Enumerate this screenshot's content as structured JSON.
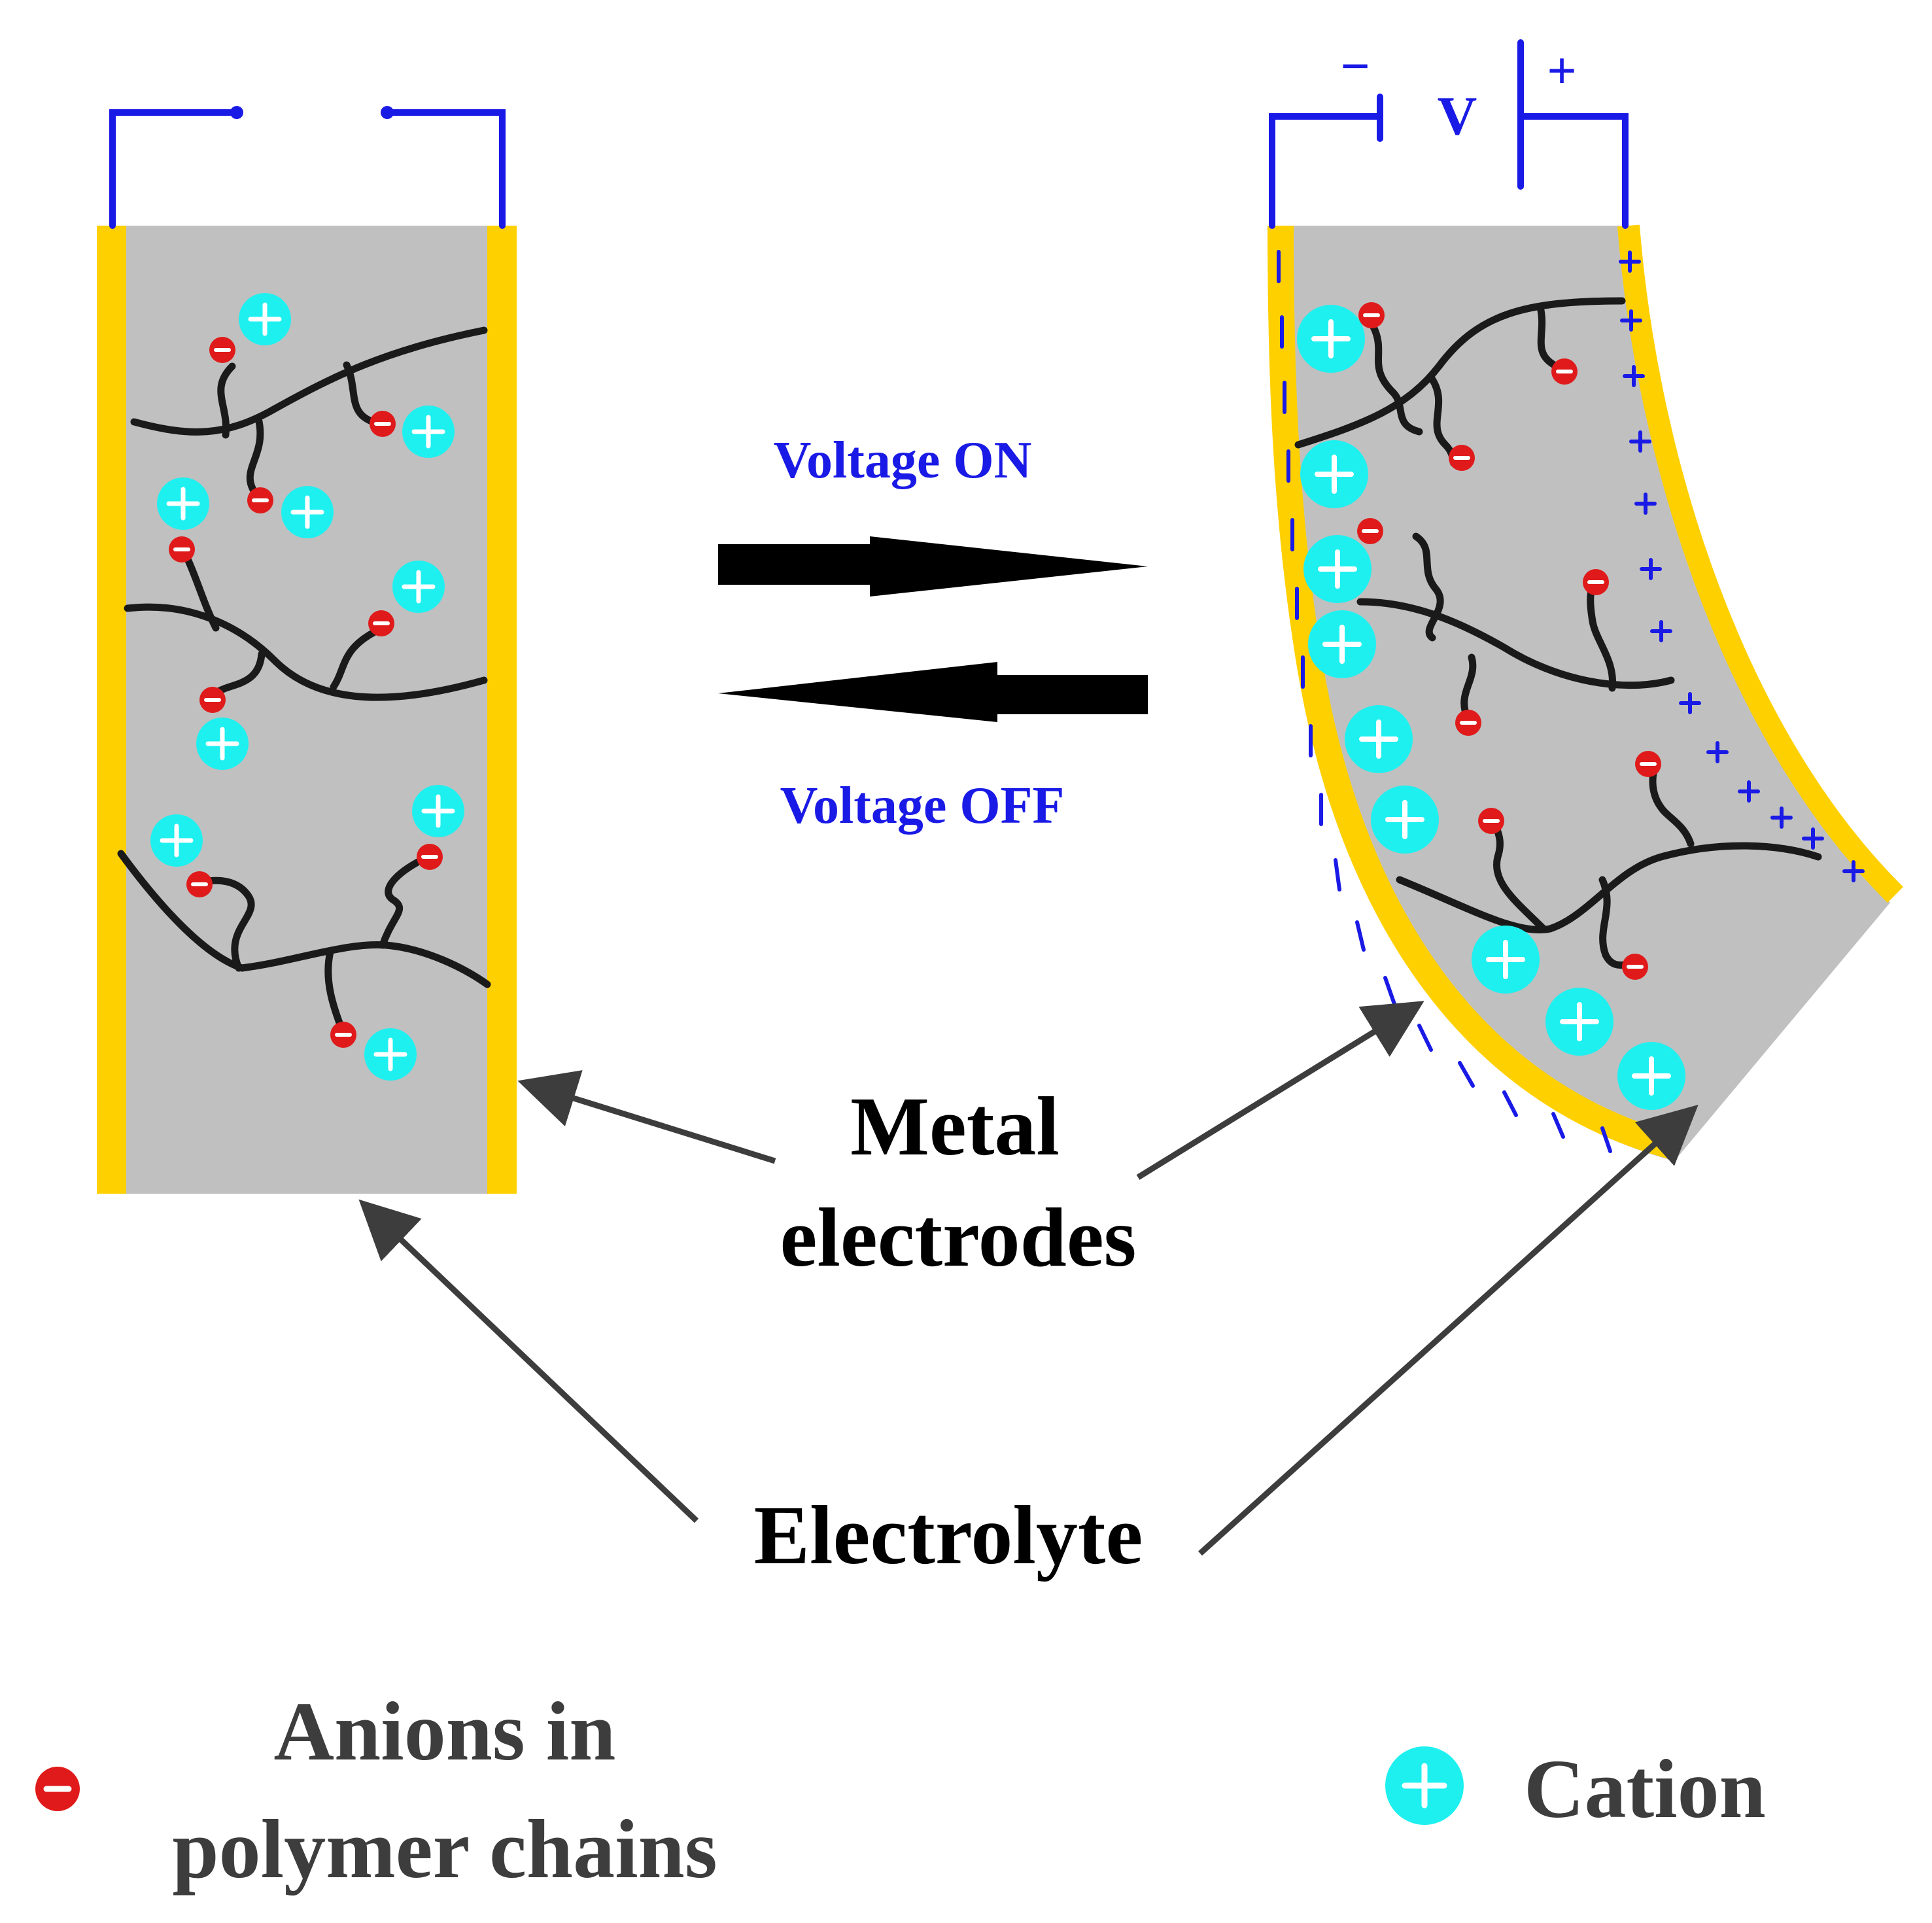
{
  "labels": {
    "voltage_on": "Voltage ON",
    "voltage_off": "Voltage OFF",
    "voltage_symbol": "V",
    "minus_terminal": "−",
    "plus_terminal": "+",
    "metal_line1": "Metal",
    "metal_line2": "electrodes",
    "electrolyte": "Electrolyte"
  },
  "legend": {
    "anion_line1": "Anions in",
    "anion_line2": "polymer chains",
    "cation": "Cation"
  },
  "colors": {
    "electrode": "#ffd000",
    "electrolyte": "#c0c0c0",
    "wire": "#1a1ae6",
    "chain": "#1a1a1a",
    "cation": "#1ef0f0",
    "anion": "#e01a1a",
    "pointer_arrow": "#3d3d3d"
  }
}
